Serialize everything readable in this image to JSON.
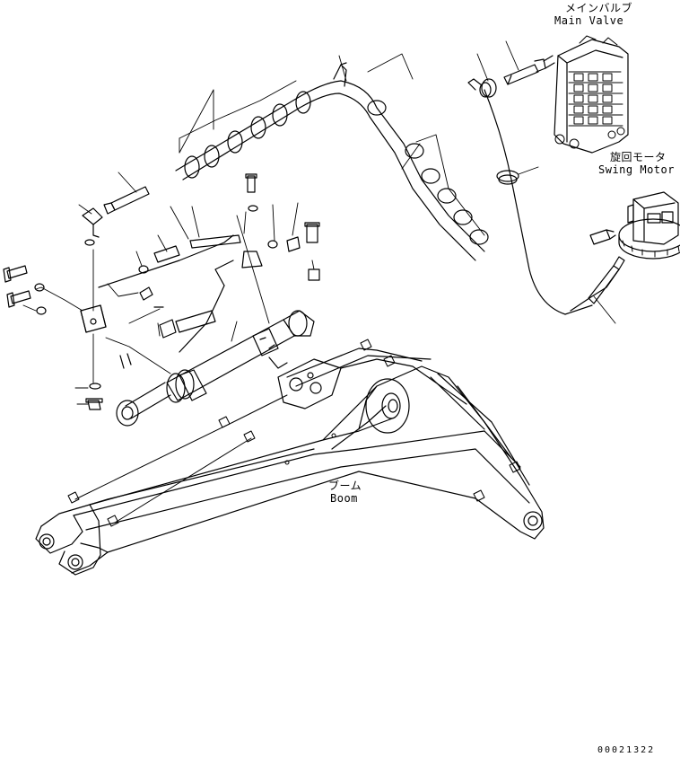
{
  "labels": {
    "main_valve_jp": "メインバルブ",
    "main_valve_en": "Main Valve",
    "swing_motor_jp": "旋回モータ",
    "swing_motor_en": "Swing Motor",
    "boom_jp": "ブーム",
    "boom_en": "Boom"
  },
  "drawing_code": "00021322",
  "colors": {
    "line": "#000000",
    "background": "#ffffff"
  }
}
